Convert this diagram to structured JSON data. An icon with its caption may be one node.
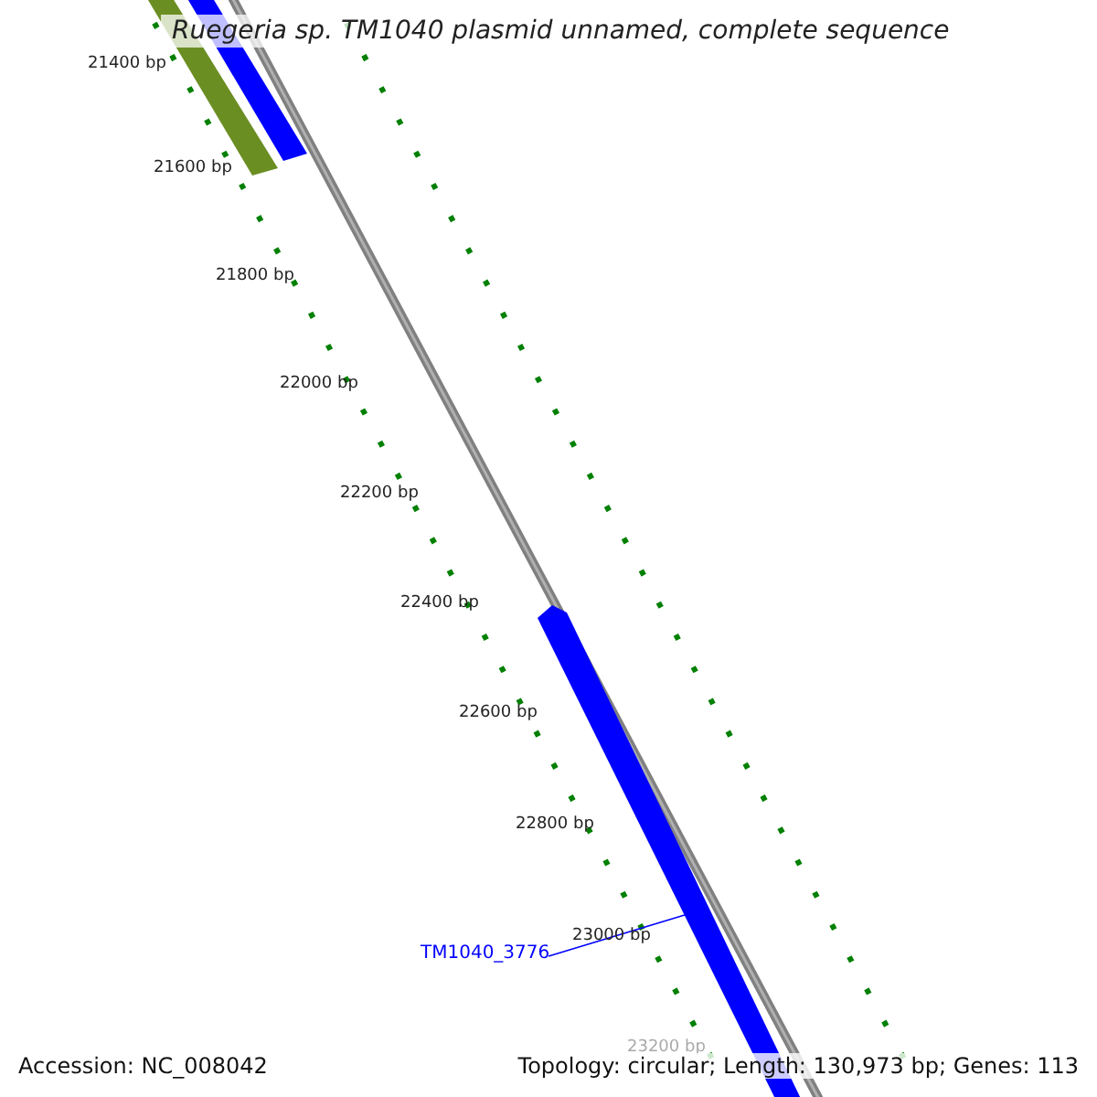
{
  "diagram": {
    "title": "Ruegeria sp. TM1040 plasmid unnamed, complete sequence",
    "nodes": [
      {
        "text": [
          "TM1040_3776"
        ]
      },
      {
        "text": [],
        "shape": "bar"
      }
    ],
    "edges": [
      {
        "from": 0,
        "to": 1,
        "arrow": "none",
        "color": "#0000ff"
      }
    ],
    "labels": [
      "21400 bp",
      "21600 bp",
      "21800 bp",
      "22000 bp",
      "22200 bp",
      "22400 bp",
      "22600 bp",
      "22800 bp",
      "23000 bp",
      "23200 bp",
      "Accession: NC_008042",
      "Topology: circular; Length: 130,973 bp; Genes: 113"
    ]
  }
}
